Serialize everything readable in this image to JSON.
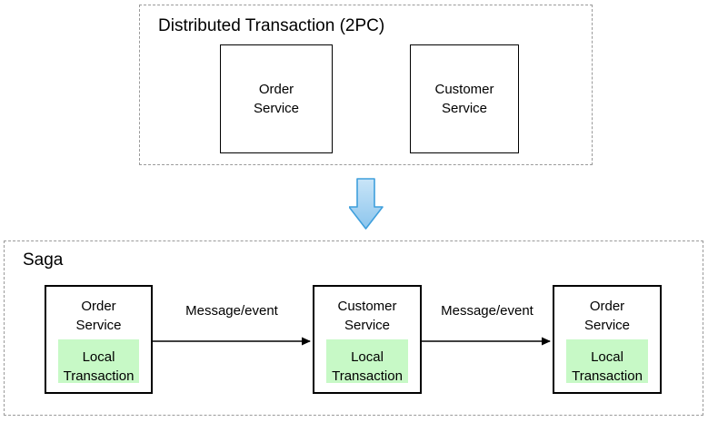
{
  "colors": {
    "dashed_border": "#9a9a9a",
    "box_border": "#000000",
    "text": "#000000",
    "local_transaction_fill": "#c7f9c6",
    "arrow_fill_light": "#c9e5f8",
    "arrow_fill_dark": "#8cc5ed",
    "arrow_stroke": "#3f9fdc",
    "edge_stroke": "#000000"
  },
  "top_section": {
    "title": "Distributed Transaction (2PC)",
    "boxes": [
      {
        "label": "Order Service"
      },
      {
        "label": "Customer Service"
      }
    ]
  },
  "transform_arrow": {
    "icon": "down-arrow"
  },
  "saga_section": {
    "title": "Saga",
    "nodes": [
      {
        "label": "Order Service",
        "inner_label": "Local Transaction"
      },
      {
        "label": "Customer Service",
        "inner_label": "Local Transaction"
      },
      {
        "label": "Order Service",
        "inner_label": "Local Transaction"
      }
    ],
    "edges": [
      {
        "label": "Message/event"
      },
      {
        "label": "Message/event"
      }
    ]
  }
}
